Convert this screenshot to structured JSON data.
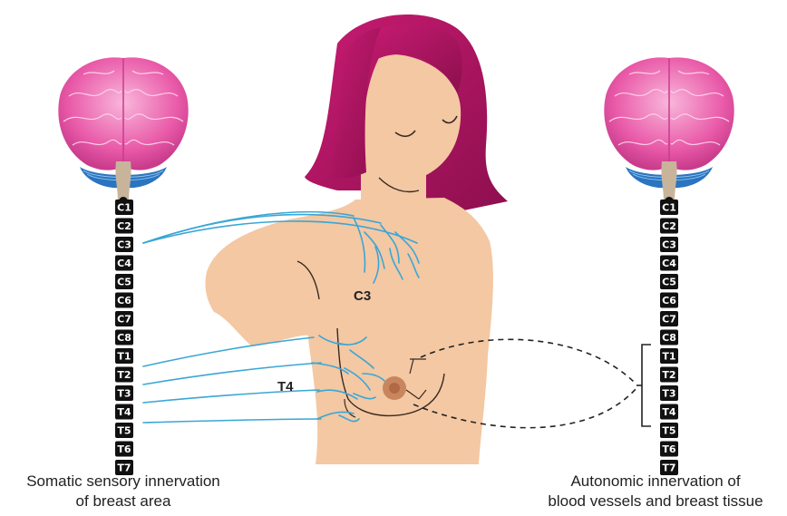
{
  "vertebrae": [
    "C1",
    "C2",
    "C3",
    "C4",
    "C5",
    "C6",
    "C7",
    "C8",
    "T1",
    "T2",
    "T3",
    "T4",
    "T5",
    "T6",
    "T7"
  ],
  "labels": {
    "c3": "C3",
    "t4": "T4"
  },
  "captions": {
    "left_line1": "Somatic sensory innervation",
    "left_line2": "of breast area",
    "right_line1": "Autonomic innervation of",
    "right_line2": "blood vessels and breast tissue"
  },
  "colors": {
    "brain": "#e95aa8",
    "brain_light": "#f7a9d6",
    "hair": "#b01563",
    "skin": "#f3c8a3",
    "nerve": "#3aa6d6",
    "cerebellum": "#2a74c0",
    "vertebra": "#111111"
  }
}
